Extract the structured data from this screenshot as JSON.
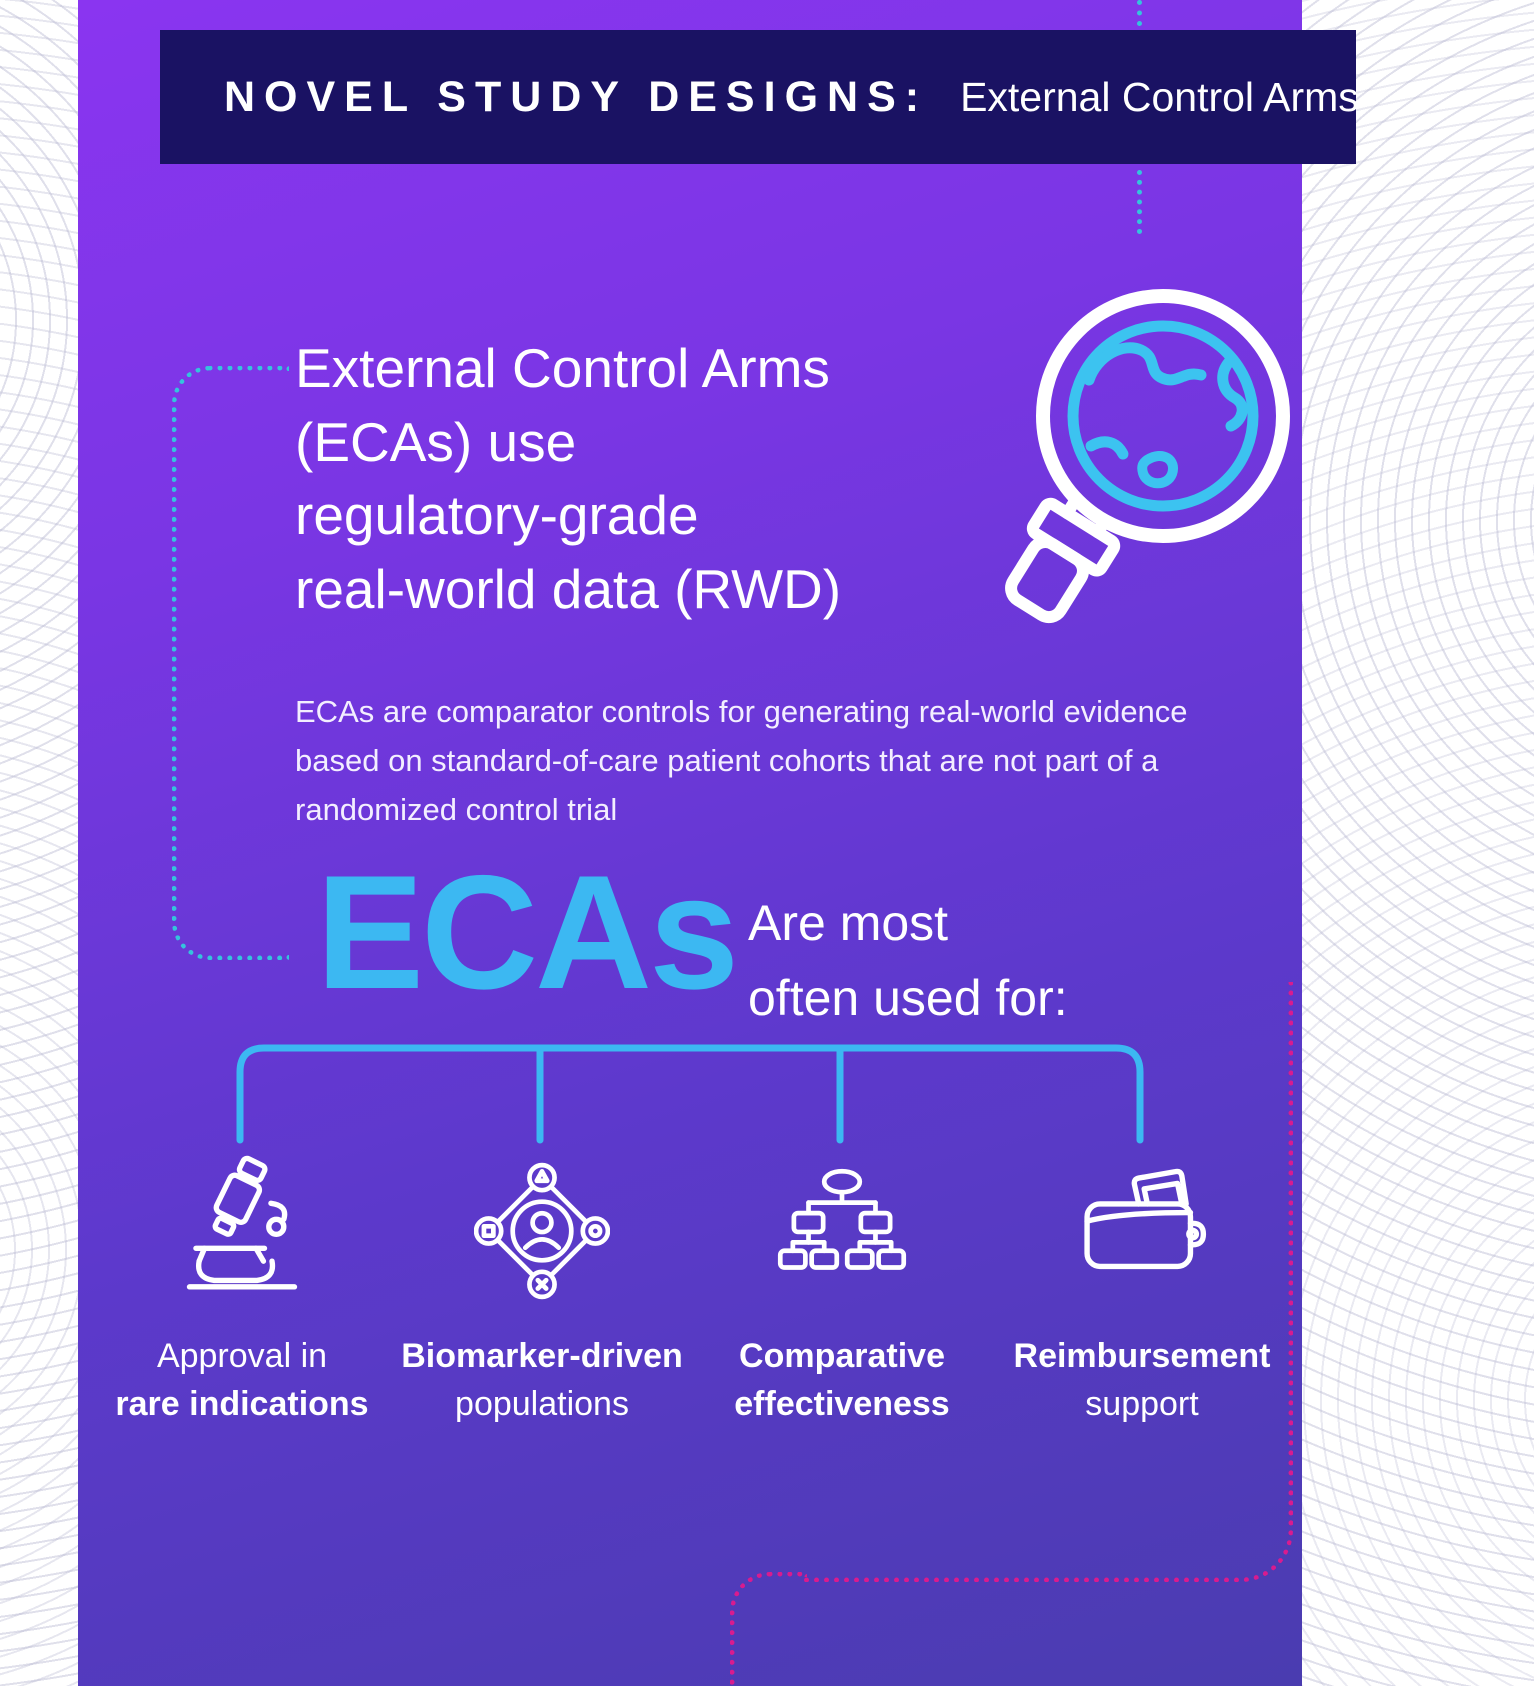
{
  "colors": {
    "navy_header": "#1a1263",
    "purple_top": "#8a35f0",
    "purple_bottom": "#4a3cb0",
    "cyan_accent": "#3cb8f2",
    "teal_dots": "#35c3dd",
    "magenta_dots": "#d81b8f"
  },
  "header": {
    "title": "NOVEL STUDY DESIGNS:",
    "subtitle": "External Control Arms"
  },
  "intro": {
    "icon": "globe-magnifier-icon",
    "heading_line1": "External Control Arms",
    "heading_line2": "(ECAs) use",
    "heading_line3": "regulatory-grade",
    "heading_line4": "real-world data (RWD)",
    "paragraph": "ECAs are comparator controls for generating real-world evidence based on standard-of-care patient cohorts that are not part of a randomized control trial"
  },
  "usage": {
    "big_text": "ECAs",
    "caption_line1": "Are most",
    "caption_line2": "often used for:",
    "items": [
      {
        "icon": "microscope-icon",
        "line1": "Approval in",
        "line2": "rare indications"
      },
      {
        "icon": "biomarker-population-icon",
        "line1": "Biomarker-driven",
        "line2": "populations"
      },
      {
        "icon": "flowchart-icon",
        "line1": "Comparative",
        "line2": "effectiveness"
      },
      {
        "icon": "wallet-icon",
        "line1": "Reimbursement",
        "line2": "support"
      }
    ]
  }
}
